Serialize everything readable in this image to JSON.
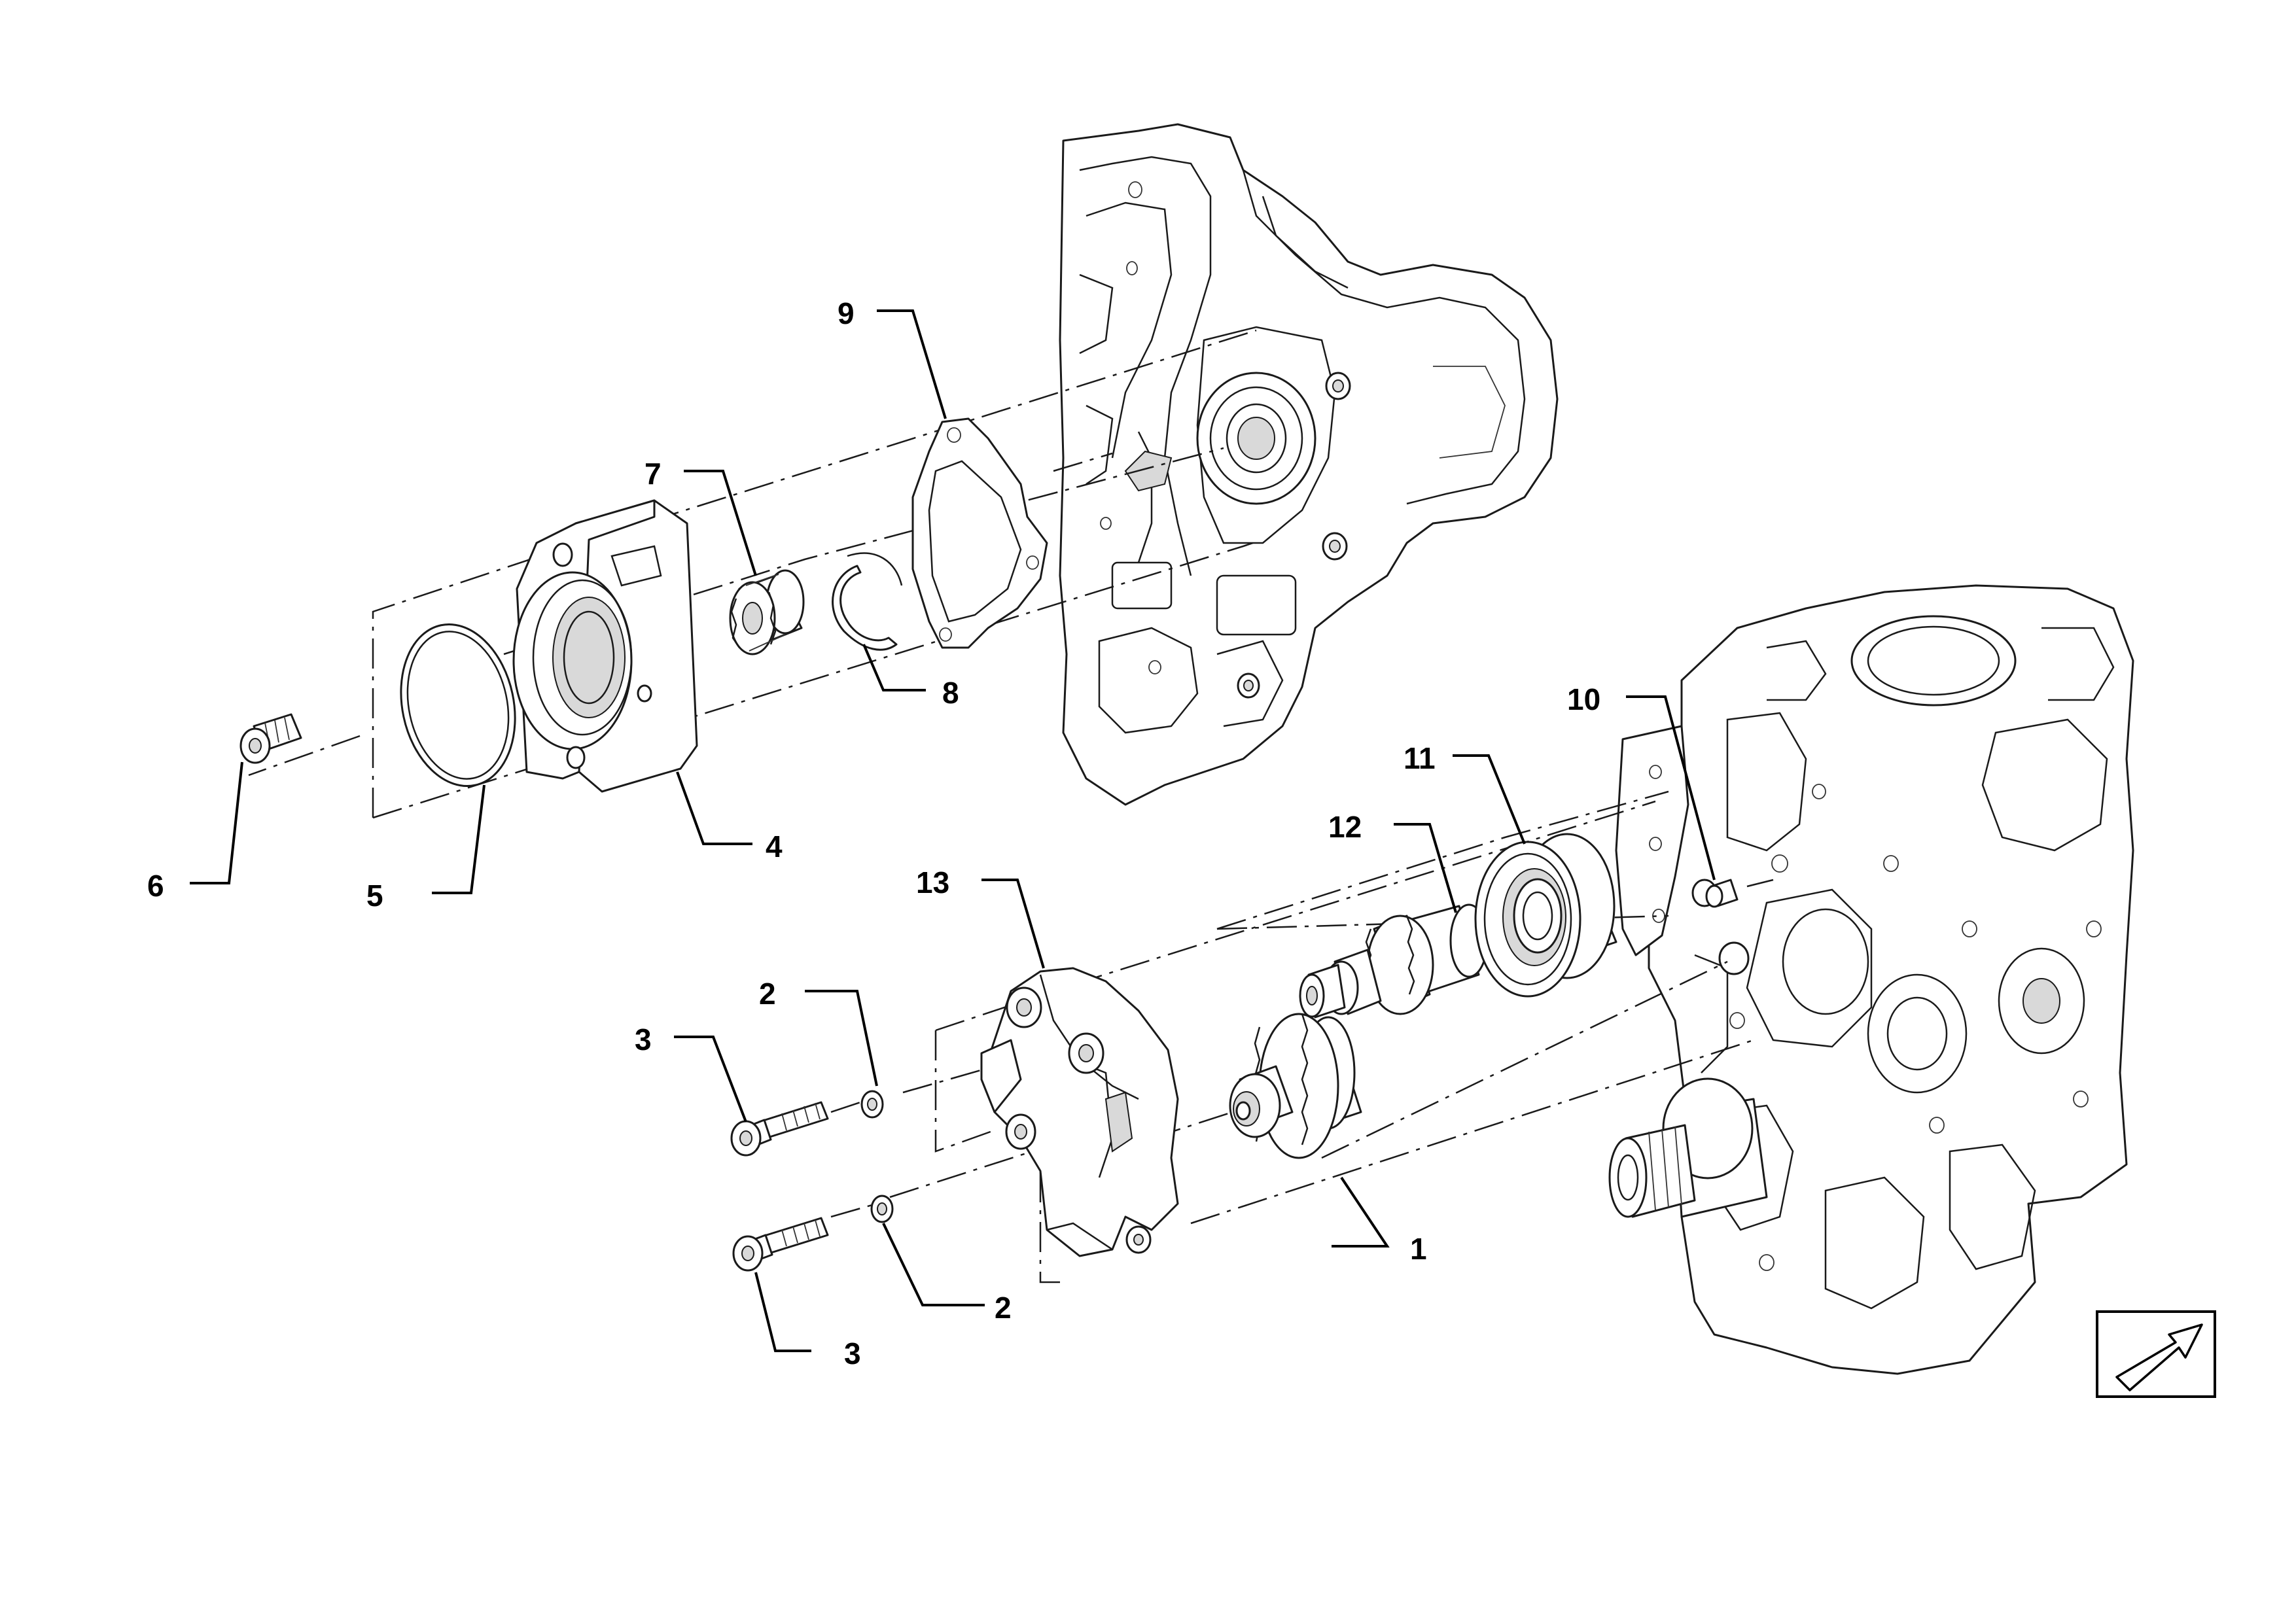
{
  "callouts": [
    {
      "id": "c1",
      "label": "1"
    },
    {
      "id": "c2a",
      "label": "2"
    },
    {
      "id": "c2b",
      "label": "2"
    },
    {
      "id": "c3a",
      "label": "3"
    },
    {
      "id": "c3b",
      "label": "3"
    },
    {
      "id": "c4",
      "label": "4"
    },
    {
      "id": "c5",
      "label": "5"
    },
    {
      "id": "c6",
      "label": "6"
    },
    {
      "id": "c7",
      "label": "7"
    },
    {
      "id": "c8",
      "label": "8"
    },
    {
      "id": "c9",
      "label": "9"
    },
    {
      "id": "c10",
      "label": "10"
    },
    {
      "id": "c11",
      "label": "11"
    },
    {
      "id": "c12",
      "label": "12"
    },
    {
      "id": "c13",
      "label": "13"
    }
  ],
  "navigation": {
    "icon": "arrow-up-right-icon"
  },
  "colors": {
    "line": "#1a1a1a",
    "background": "#ffffff"
  }
}
